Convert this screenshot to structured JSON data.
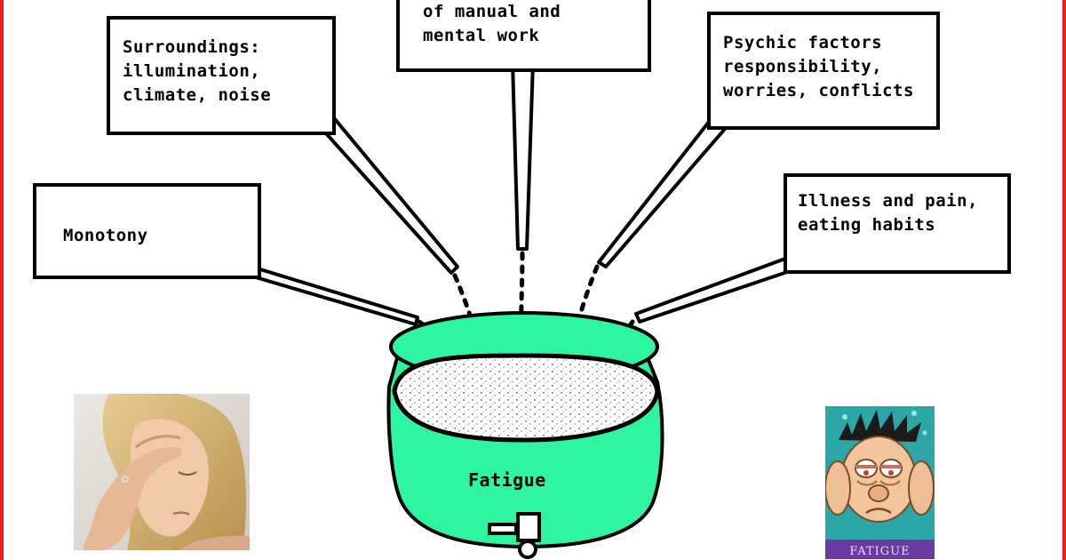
{
  "boxes": {
    "work": {
      "lines": [
        "of manual and",
        "mental work"
      ]
    },
    "surroundings": {
      "lines": [
        "Surroundings:",
        "illumination,",
        "climate, noise"
      ]
    },
    "psychic": {
      "lines": [
        "Psychic factors",
        "responsibility,",
        "worries, conflicts"
      ]
    },
    "monotony": {
      "lines": [
        "Monotony"
      ]
    },
    "illness": {
      "lines": [
        "Illness and pain,",
        "eating habits"
      ]
    }
  },
  "pot": {
    "label": "Fatigue",
    "color": "#2ef5a0"
  },
  "cartoon": {
    "caption": "FATIGUE"
  },
  "colors": {
    "frame": "#e8201c",
    "ink": "#000000"
  }
}
